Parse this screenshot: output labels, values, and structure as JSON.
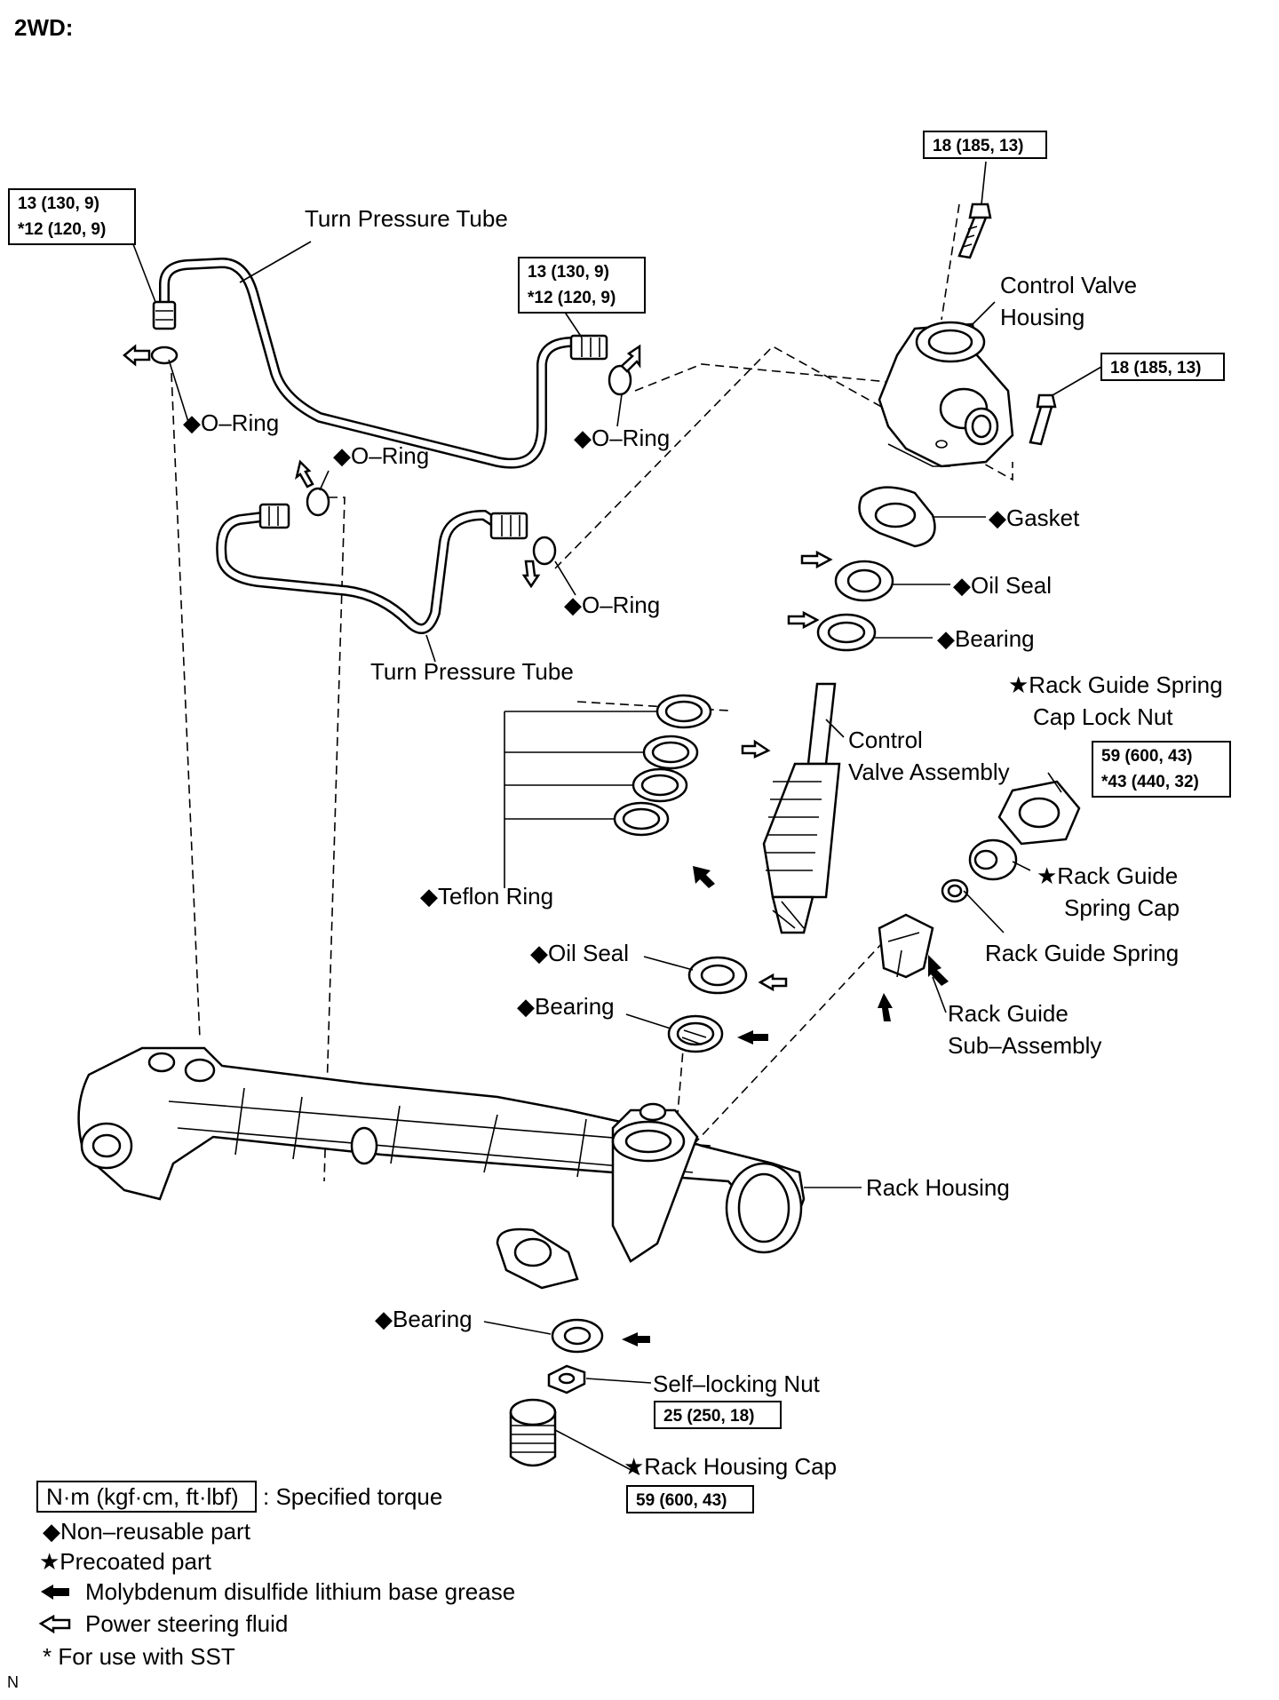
{
  "header": {
    "title": "2WD:"
  },
  "labels": {
    "turn_pressure_tube_upper": "Turn Pressure Tube",
    "turn_pressure_tube_lower": "Turn Pressure Tube",
    "o_ring_1": "◆O–Ring",
    "o_ring_2": "◆O–Ring",
    "o_ring_3": "◆O–Ring",
    "o_ring_4": "◆O–Ring",
    "control_valve_housing_1": "Control Valve",
    "control_valve_housing_2": "Housing",
    "gasket": "◆Gasket",
    "oil_seal_upper": "◆Oil Seal",
    "bearing_upper": "◆Bearing",
    "rack_guide_spring_cap_lock_nut_1": "★Rack Guide Spring",
    "rack_guide_spring_cap_lock_nut_2": "Cap Lock Nut",
    "control_valve_assembly_1": "Control",
    "control_valve_assembly_2": "Valve Assembly",
    "rack_guide_spring_cap_1": "★Rack Guide",
    "rack_guide_spring_cap_2": "Spring Cap",
    "rack_guide_spring": "Rack Guide Spring",
    "teflon_ring": "◆Teflon Ring",
    "oil_seal_lower": "◆Oil Seal",
    "bearing_middle": "◆Bearing",
    "rack_guide_sub_assembly_1": "Rack Guide",
    "rack_guide_sub_assembly_2": "Sub–Assembly",
    "rack_housing": "Rack Housing",
    "bearing_lower": "◆Bearing",
    "self_locking_nut": "Self–locking Nut",
    "rack_housing_cap": "★Rack Housing Cap",
    "corner_mark": "N"
  },
  "torques": {
    "control_valve_bolt_top": "18 (185, 13)",
    "control_valve_bolt_right": "18 (185, 13)",
    "tube_upper_left_1": "13 (130, 9)",
    "tube_upper_left_2": "*12 (120, 9)",
    "tube_upper_mid_1": "13 (130, 9)",
    "tube_upper_mid_2": "*12 (120, 9)",
    "lock_nut_1": "59 (600, 43)",
    "lock_nut_2": "*43 (440, 32)",
    "self_locking_nut": "25 (250, 18)",
    "rack_housing_cap": "59 (600, 43)"
  },
  "legend": {
    "torque_unit": "N·m (kgf·cm, ft·lbf)",
    "torque_desc": ": Specified torque",
    "non_reusable": "◆Non–reusable part",
    "precoated": "★Precoated part",
    "grease": "Molybdenum disulfide lithium base grease",
    "fluid": "Power steering fluid",
    "sst": "* For use with SST"
  }
}
